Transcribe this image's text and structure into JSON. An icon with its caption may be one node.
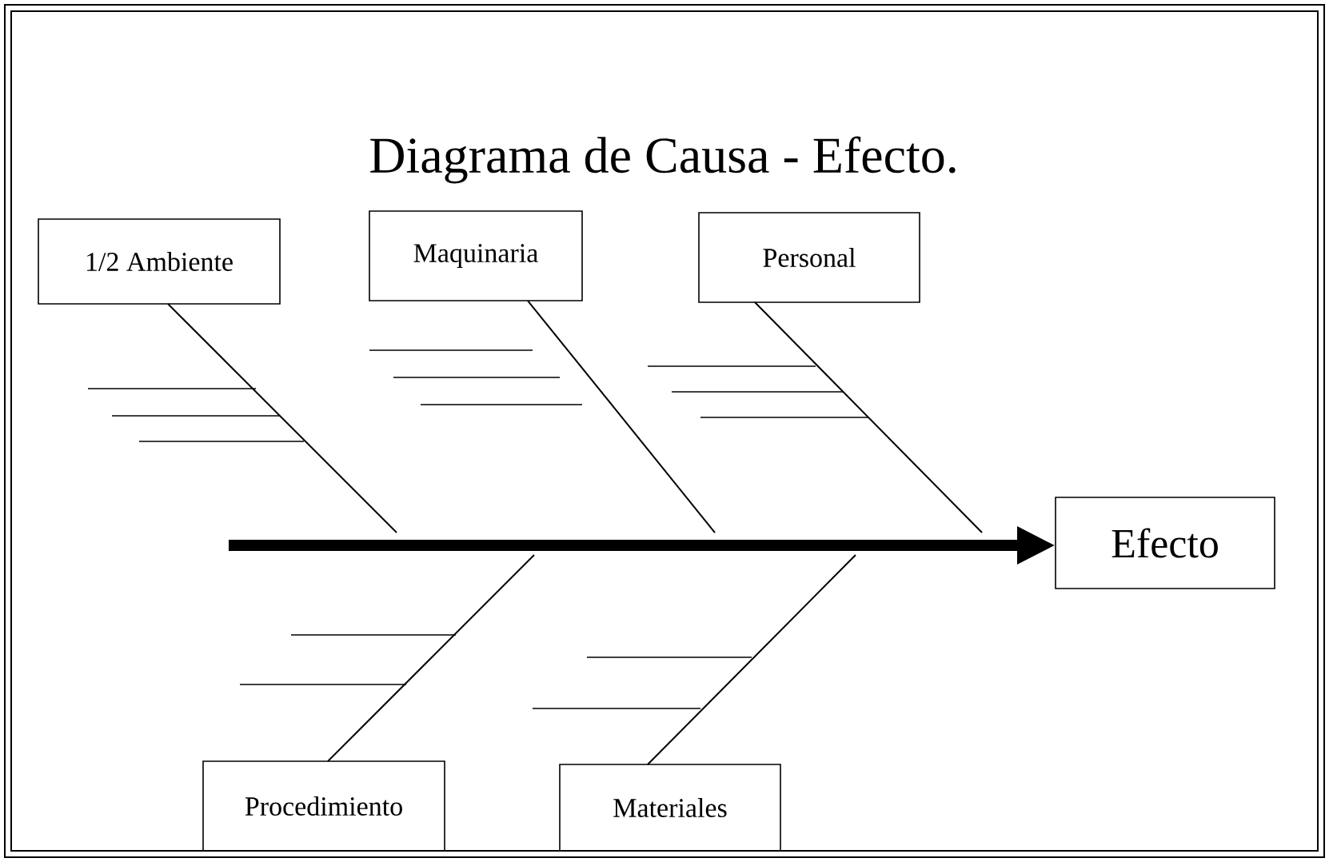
{
  "diagram": {
    "title": "Diagrama de Causa - Efecto.",
    "nodes": [
      {
        "text": [
          "1/2 Ambiente"
        ]
      },
      {
        "text": [
          "Maquinaria"
        ]
      },
      {
        "text": [
          "Personal"
        ]
      },
      {
        "text": [
          "Efecto"
        ]
      },
      {
        "text": [
          "Procedimiento"
        ]
      },
      {
        "text": [
          "Materiales"
        ]
      }
    ],
    "edges": [
      {
        "from": null,
        "to": 3,
        "arrow": "to",
        "style": "thick"
      },
      {
        "from": 0,
        "to": null,
        "arrow": "none"
      },
      {
        "from": 1,
        "to": null,
        "arrow": "none"
      },
      {
        "from": 2,
        "to": null,
        "arrow": "none"
      },
      {
        "from": 4,
        "to": null,
        "arrow": "none"
      },
      {
        "from": 5,
        "to": null,
        "arrow": "none"
      }
    ]
  }
}
